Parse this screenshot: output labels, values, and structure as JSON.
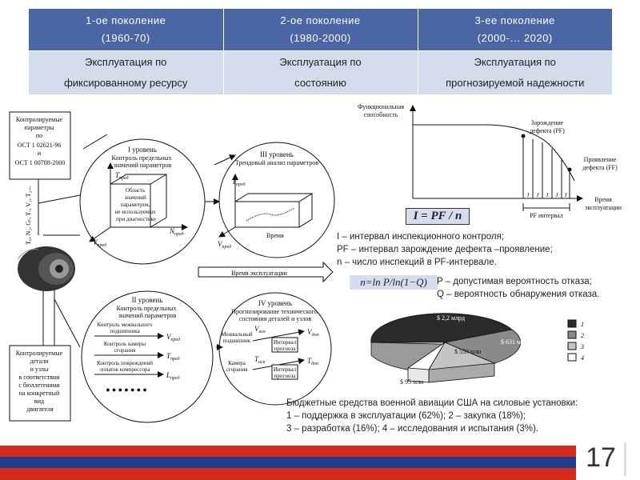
{
  "table": {
    "headers": [
      {
        "title": "1-ое поколение",
        "years": "(1960-70)"
      },
      {
        "title": "2-ое поколение",
        "years": "(1980-2000)"
      },
      {
        "title": "3-ее поколение",
        "years": "(2000-… 2020)"
      }
    ],
    "cells": [
      {
        "line1": "Эксплуатация по",
        "line2": "фиксированному ресурсу"
      },
      {
        "line1": "Эксплуатация по",
        "line2": "состоянию"
      },
      {
        "line1": "Эксплуатация по",
        "line2": "прогнозируемой надежности"
      }
    ]
  },
  "diagram": {
    "monitored_params": [
      "Контролируемые",
      "параметры",
      "по",
      "ОСТ 1 02621-96",
      "и",
      "ОСТ 1 00788-2000"
    ],
    "vertical_params": "T₀, N₂, Gₜ, Tᵥ, V₁, T₂...",
    "controlled_parts": [
      "Контролируемые",
      "детали",
      "и узлы",
      "в соответствии",
      "с бюллетенями",
      "на конкретный",
      "вид",
      "двигателя"
    ],
    "level1": {
      "title": "I уровень",
      "sub1": "Контроль предельных",
      "sub2": "значений параметров",
      "box": [
        "Область",
        "значений",
        "параметров,",
        "не используемых",
        "при диагностике"
      ],
      "t_pred": "T",
      "v_pred": "V",
      "n_pred": "N"
    },
    "level3": {
      "title": "III уровень",
      "sub": "Трендовый анализ параметров",
      "time": "Время"
    },
    "time_arrow": "Время эксплуатации",
    "level2": {
      "title": "II уровень",
      "sub1": "Контроль предельных",
      "sub2": "значений параметров",
      "rows": [
        {
          "label1": "Контроль межвального",
          "label2": "подшипника",
          "sym": "V"
        },
        {
          "label1": "Контроль камеры",
          "label2": "сгорания",
          "sym": "T"
        },
        {
          "label1": "Контроль повреждений",
          "label2": "лопаток компрессора",
          "sym": "L"
        }
      ],
      "dots": "● ● ● ● ● ● ●"
    },
    "level4": {
      "title": "IV уровень",
      "sub1": "Прогнозирование технического",
      "sub2": "состояния деталей и узлов",
      "rows": [
        {
          "label1": "Межвальный",
          "label2": "подшипник",
          "sym": "V",
          "box1": "Интервал",
          "box2": "прогноза"
        },
        {
          "label1": "Камера",
          "label2": "сгорания",
          "sym": "T",
          "box1": "Интервал",
          "box2": "прогноза"
        }
      ]
    },
    "pred": "пред",
    "isk": "иск",
    "dop": "доп"
  },
  "chart": {
    "ylabel1": "Функциональная",
    "ylabel2": "способность",
    "pf1": "Зарождение",
    "pf2": "дефекта (PF)",
    "ff1": "Проявление",
    "ff2": "дефекта (FF)",
    "interval_mark": "I",
    "xlabel1": "Время",
    "xlabel2": "эксплуатации",
    "pf_interval": "PF интервал"
  },
  "formula": "I = PF / n",
  "notes": [
    "I – интервал инспекционного контроля;",
    "PF – интервал зарождение дефекта –проявление;",
    "n – число инспекций в PF-интервале."
  ],
  "formula2": "n=ln P/ln(1−Q)",
  "notes2": [
    "P – допустимая вероятность отказа;",
    "Q – вероятность обнаружения отказа."
  ],
  "pie": {
    "labels": [
      "$ 2,2 млрд",
      "$ 631 млн",
      "$ 559 млн",
      "$ 95 млн"
    ],
    "legend": [
      "1",
      "2",
      "3",
      "4"
    ],
    "colors": [
      "#2b2b2b",
      "#8a8a8a",
      "#c4c4c4",
      "#ffffff"
    ]
  },
  "budget": [
    "Бюджетные средства военной авиации США на силовые установки:",
    "1 – поддержка в эксплуатации (62%); 2 – закупка (18%);",
    "3 – разработка (16%); 4 – исследования и испытания (3%)."
  ],
  "page_number": "17"
}
